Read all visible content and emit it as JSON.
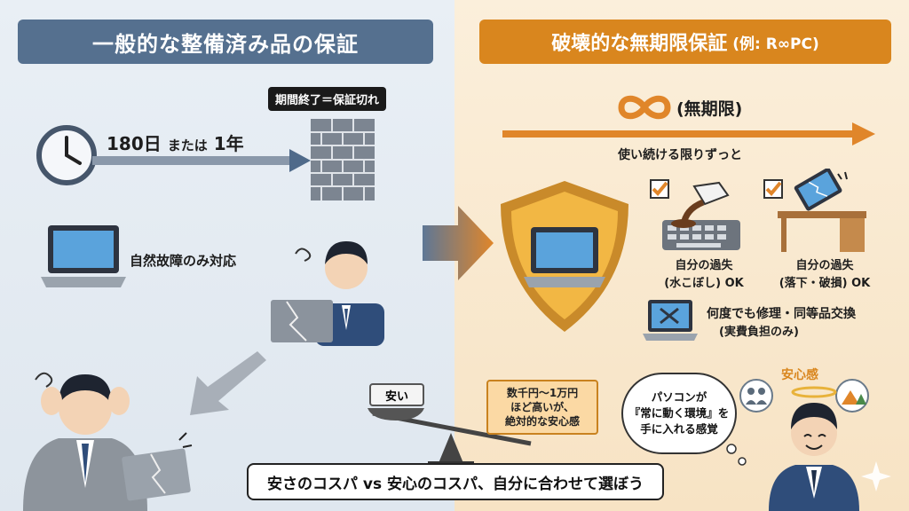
{
  "left": {
    "title": "一般的な整備済み品の保証",
    "expiry_label": "期間終了＝保証切れ",
    "period_main": "180日",
    "period_or": "または",
    "period_year": "1年",
    "natural_failure": "自然故障のみ対応"
  },
  "right": {
    "title": "破壊的な無期限保証",
    "title_example": "(例: R∞PC)",
    "infinity_label": "(無期限)",
    "forever_text": "使い続ける限りずっと",
    "fault1_line1": "自分の過失",
    "fault1_line2": "(水こぼし) OK",
    "fault2_line1": "自分の過失",
    "fault2_line2": "(落下・破損) OK",
    "repair_line1": "何度でも修理・同等品交換",
    "repair_line2": "(実費負担のみ)",
    "peace_label": "安心感",
    "speech_line1": "パソコンが",
    "speech_line2": "『常に動く環境』を",
    "speech_line3": "手に入れる感覚"
  },
  "scale": {
    "cheap_tag": "安い",
    "price_line1": "数千円〜1万円",
    "price_line2": "ほど高いが、",
    "price_line3": "絶対的な安心感"
  },
  "footer": {
    "text": "安さのコスパ vs 安心のコスパ、自分に合わせて選ぼう"
  },
  "colors": {
    "left_banner": "#55708f",
    "right_banner": "#d9861e",
    "shield": "#e8a93a",
    "arrow_orange": "#e0862a"
  }
}
